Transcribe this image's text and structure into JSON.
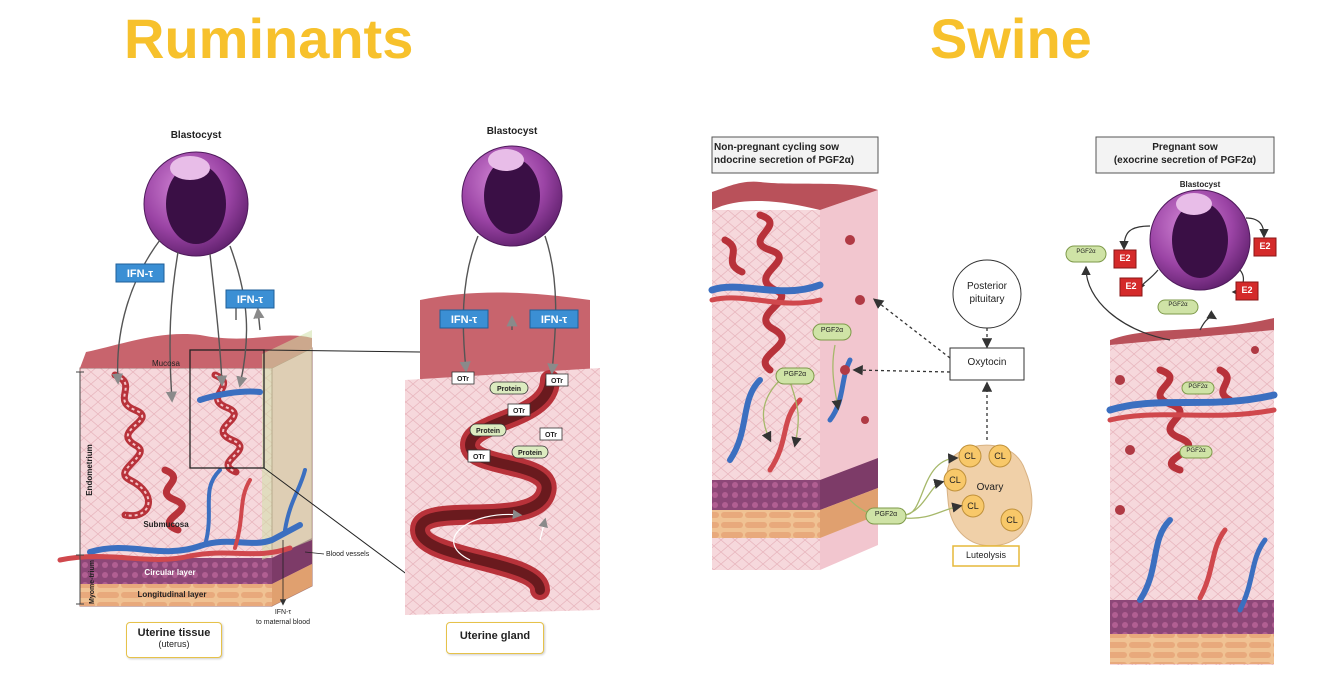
{
  "headings": {
    "left": "Ruminants",
    "right": "Swine"
  },
  "ruminants": {
    "blastocyst_left": "Blastocyst",
    "blastocyst_right": "Blastocyst",
    "ifn_tau": "IFN-τ",
    "otr": "OTr",
    "protein": "Protein",
    "mucosa": "Mucosa",
    "endometrium": "Endometrium",
    "submucosa": "Submucosa",
    "myometrium": "Myome-trium",
    "circular_layer": "Circular layer",
    "longitudinal_layer": "Longitudinal layer",
    "blood_vessels": "Blood vessels",
    "ifn_to_blood_line1": "IFN-τ",
    "ifn_to_blood_line2": "to maternal blood",
    "uterine_tissue_line1": "Uterine tissue",
    "uterine_tissue_line2": "(uterus)",
    "uterine_gland": "Uterine gland"
  },
  "swine": {
    "nonpregnant_line1": "Non-pregnant cycling sow",
    "nonpregnant_line2": "ndocrine secretion of PGF2α)",
    "pregnant_line1": "Pregnant sow",
    "pregnant_line2": "(exocrine secretion of PGF2α)",
    "blastocyst": "Blastocyst",
    "posterior_pituitary_line1": "Posterior",
    "posterior_pituitary_line2": "pituitary",
    "oxytocin": "Oxytocin",
    "ovary": "Ovary",
    "cl": "CL",
    "pgf": "PGF2α",
    "e2": "E2",
    "luteolysis": "Luteolysis"
  },
  "colors": {
    "heading": "#f7c12c",
    "ifn_box": "#3b8fd4",
    "tissue_pink": "#f2c6cf",
    "gland_red": "#b8323a",
    "blastocyst_purple": "#8e3d97",
    "vessel_blue": "#3b6fc0",
    "pgf_green": "#cfe3a6",
    "cl_orange": "#f8c869",
    "e2_red": "#d42a2a"
  }
}
